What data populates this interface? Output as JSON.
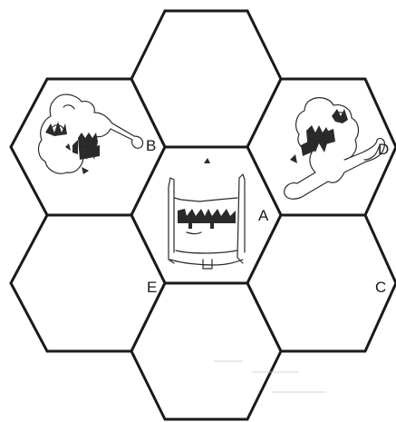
{
  "board": {
    "hexes": [
      {
        "id": "top",
        "label": "",
        "tile": "empty"
      },
      {
        "id": "upper-left",
        "label": "",
        "tile": "ruined-estate"
      },
      {
        "id": "center",
        "label": "",
        "tile": "castle"
      },
      {
        "id": "upper-right",
        "label": "",
        "tile": "ruined-estate"
      },
      {
        "id": "lower-left",
        "label": "",
        "tile": "empty"
      },
      {
        "id": "lower-right",
        "label": "",
        "tile": "empty"
      },
      {
        "id": "bottom",
        "label": "",
        "tile": "empty"
      }
    ],
    "edge_labels": {
      "a": "A",
      "b": "B",
      "c": "C",
      "d": "D",
      "e": "E"
    }
  },
  "colors": {
    "ink": "#1a1a1a",
    "paper": "#ffffff"
  }
}
